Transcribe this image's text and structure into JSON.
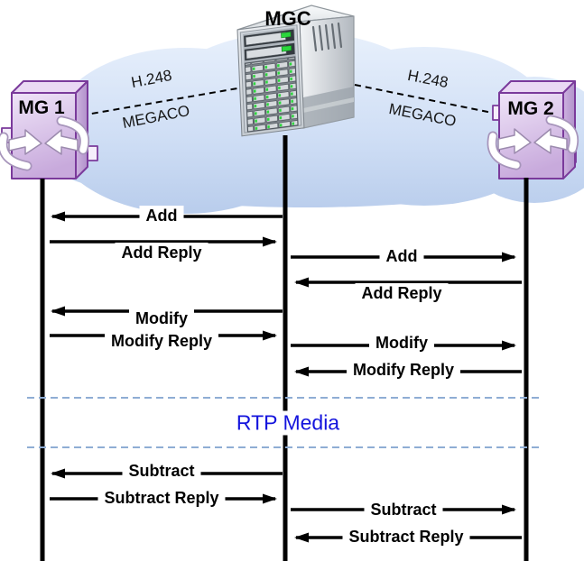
{
  "nodes": {
    "mgc": {
      "label": "MGC",
      "icon": "server-tower-icon"
    },
    "mg1": {
      "label": "MG 1",
      "icon": "media-gateway-icon"
    },
    "mg2": {
      "label": "MG 2",
      "icon": "media-gateway-icon"
    }
  },
  "protocol_links": {
    "left": {
      "protocol": "H.248",
      "alias": "MEGACO"
    },
    "right": {
      "protocol": "H.248",
      "alias": "MEGACO"
    }
  },
  "sequence": {
    "left_column": [
      {
        "label": "Add",
        "from": "MGC",
        "to": "MG 1"
      },
      {
        "label": "Add Reply",
        "from": "MG 1",
        "to": "MGC"
      },
      {
        "label": "Modify",
        "from": "MGC",
        "to": "MG 1"
      },
      {
        "label": "Modify Reply",
        "from": "MG 1",
        "to": "MGC"
      },
      {
        "label": "Subtract",
        "from": "MGC",
        "to": "MG 1"
      },
      {
        "label": "Subtract Reply",
        "from": "MG 1",
        "to": "MGC"
      }
    ],
    "right_column": [
      {
        "label": "Add",
        "from": "MGC",
        "to": "MG 2"
      },
      {
        "label": "Add Reply",
        "from": "MG 2",
        "to": "MGC"
      },
      {
        "label": "Modify",
        "from": "MGC",
        "to": "MG 2"
      },
      {
        "label": "Modify Reply",
        "from": "MG 2",
        "to": "MGC"
      },
      {
        "label": "Subtract",
        "from": "MGC",
        "to": "MG 2"
      },
      {
        "label": "Subtract Reply",
        "from": "MG 2",
        "to": "MGC"
      }
    ]
  },
  "media_band": {
    "label": "RTP Media"
  },
  "colors": {
    "background": "#ffffff",
    "cloud_top": "#e7f0fc",
    "cloud_bottom": "#b9cdec",
    "gateway_fill": "#d9c3e9",
    "gateway_border": "#7a3a9b",
    "arrow_black": "#000000",
    "rtp_text_blue": "#1414dd",
    "rtp_dash_blue": "#8fadd4",
    "led_green": "#2bd63c"
  }
}
